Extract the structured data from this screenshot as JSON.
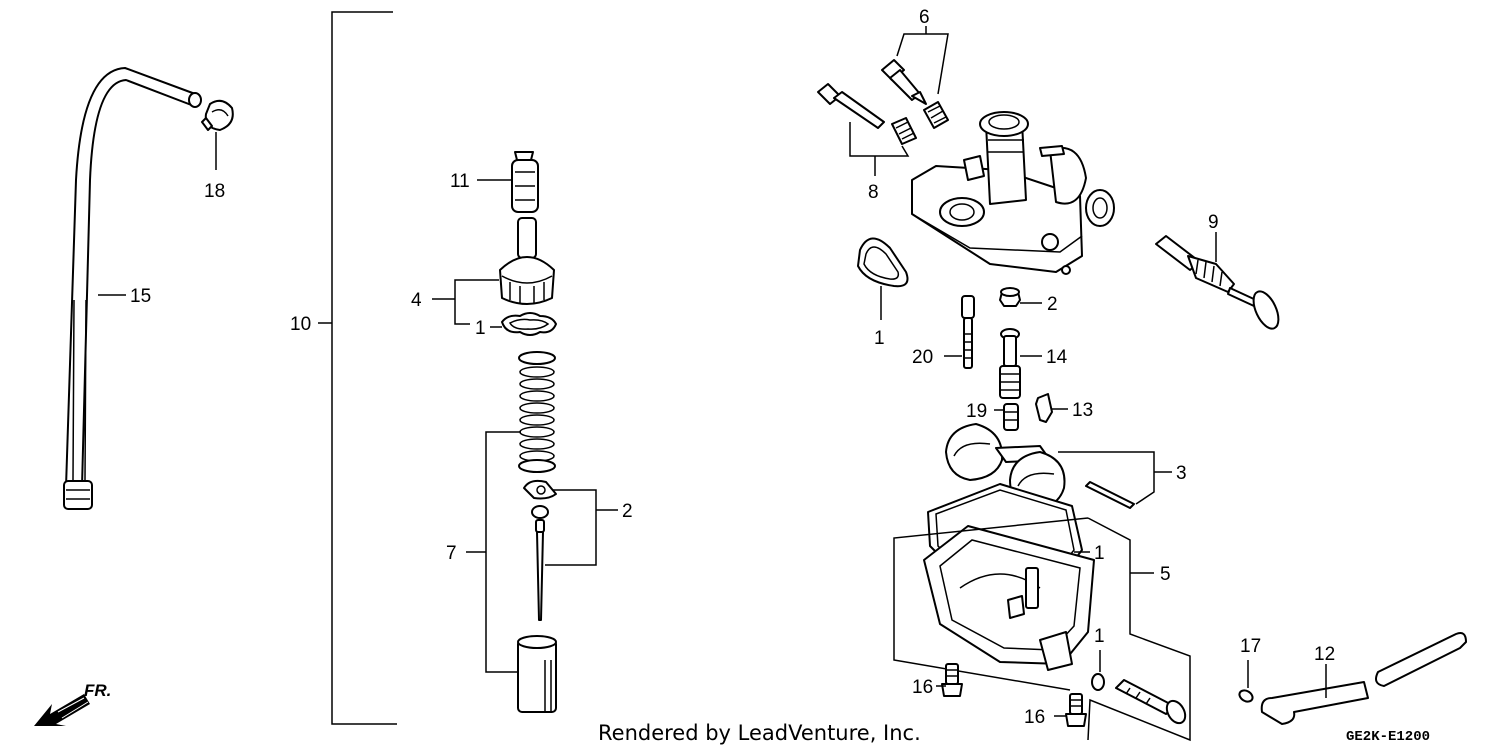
{
  "diagram": {
    "credit": "Rendered by LeadVenture, Inc.",
    "diagram_code": "GE2K-E1200",
    "direction_label": "FR.",
    "callouts": {
      "c15": "15",
      "c18": "18",
      "c10": "10",
      "c11": "11",
      "c4": "4",
      "c1_cap": "1",
      "c7": "7",
      "c2_needle": "2",
      "c6": "6",
      "c8": "8",
      "c9": "9",
      "c1_flange": "1",
      "c2_jet": "2",
      "c20": "20",
      "c14": "14",
      "c19": "19",
      "c13": "13",
      "c3": "3",
      "c1_bowl": "1",
      "c5": "5",
      "c1_drain": "1",
      "c17": "17",
      "c12": "12",
      "c16_left": "16",
      "c16_bottom": "16"
    }
  }
}
